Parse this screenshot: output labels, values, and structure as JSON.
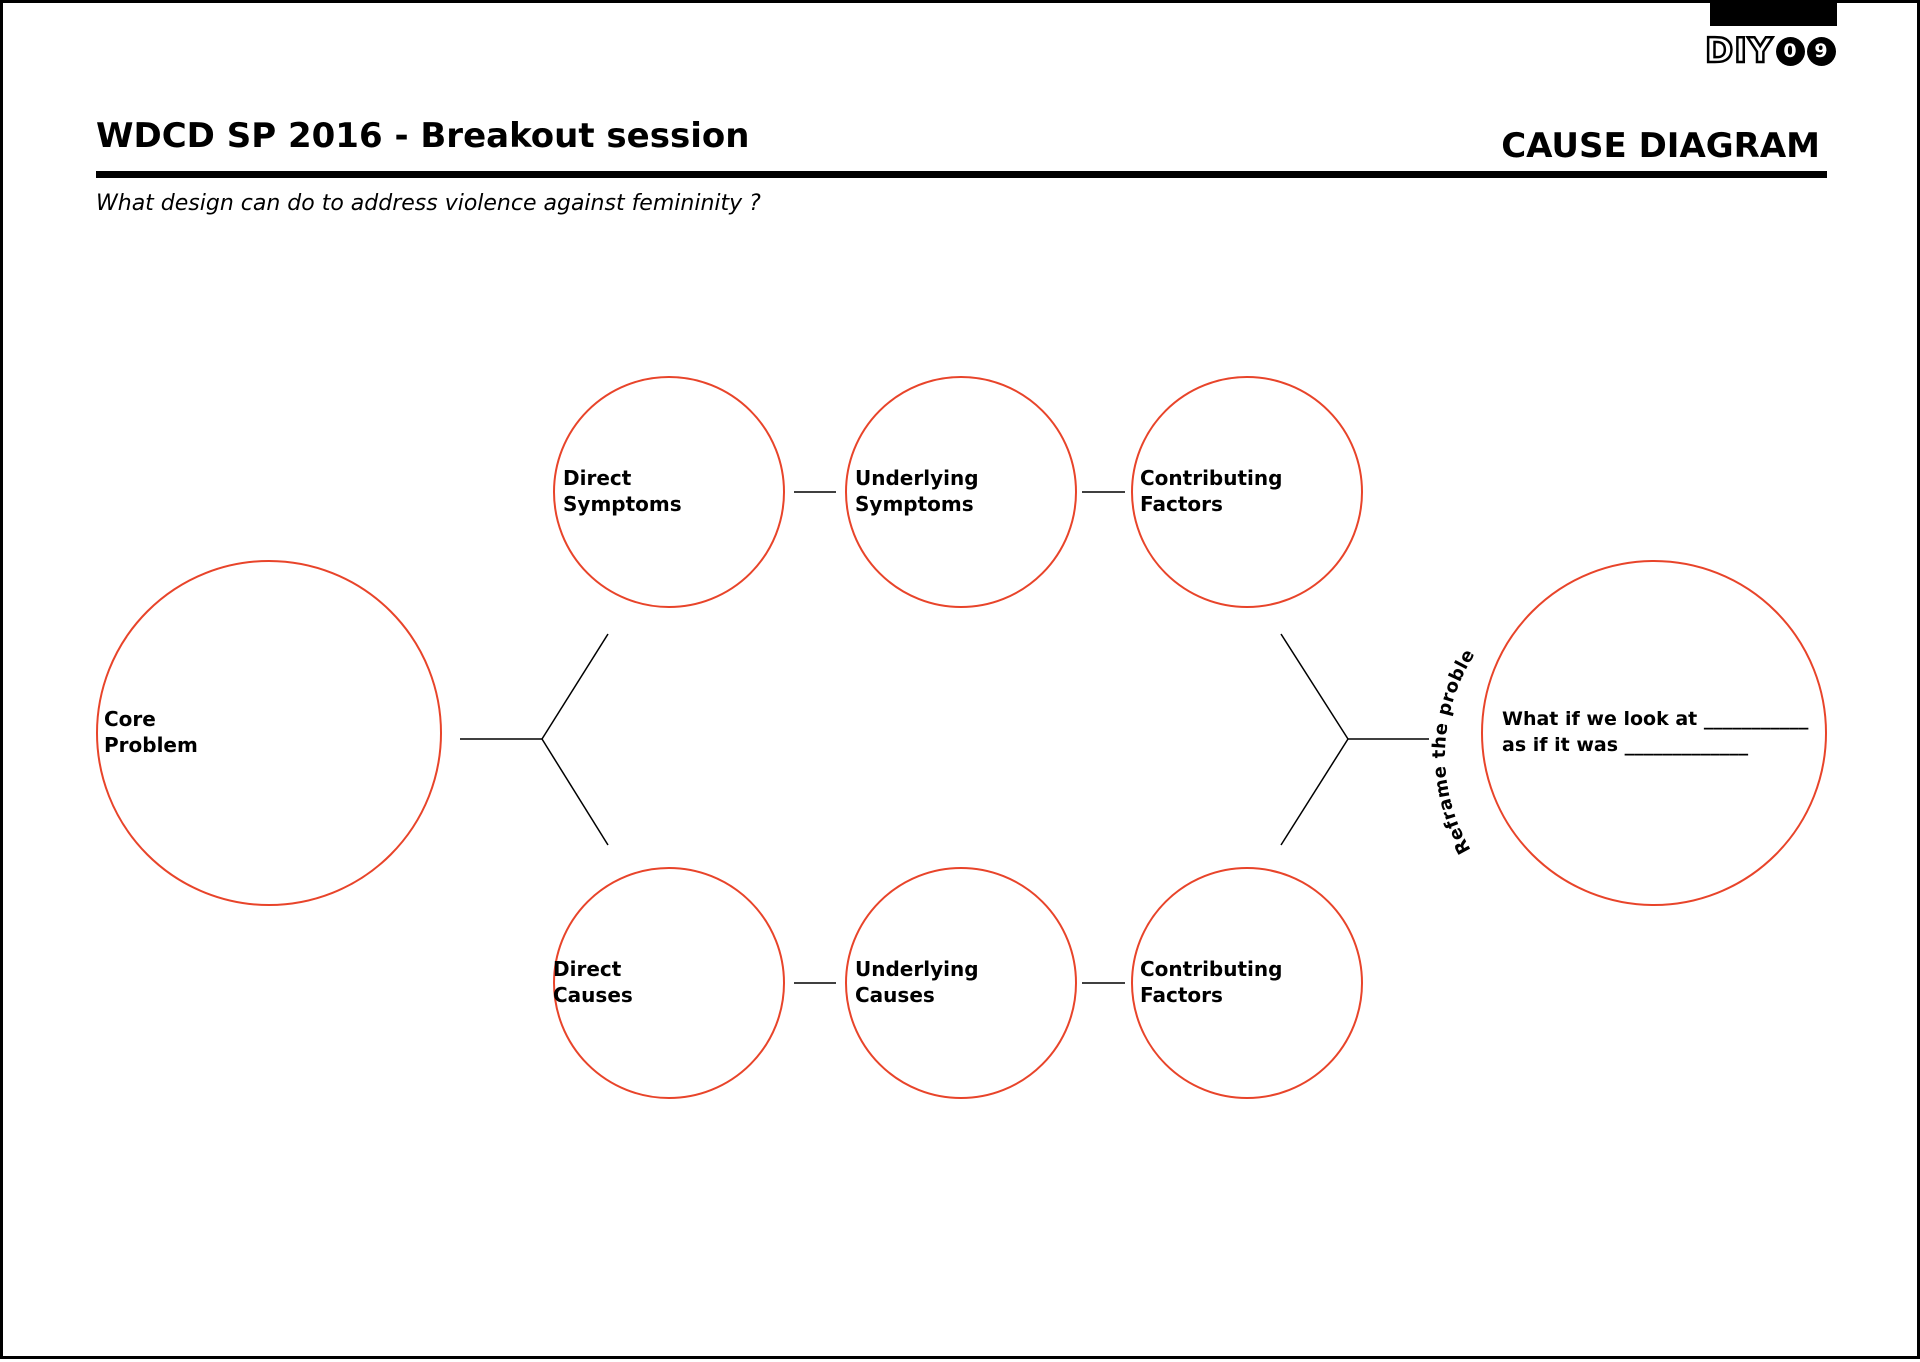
{
  "header": {
    "title": "WDCD SP 2016 - Breakout session",
    "heading": "CAUSE DIAGRAM",
    "subtitle": "What design can do to address violence against femininity ?",
    "logo": {
      "text": "DIY",
      "digits": [
        "0",
        "9"
      ]
    }
  },
  "diagram": {
    "core": {
      "line1": "Core",
      "line2": "Problem"
    },
    "symptoms": [
      {
        "line1": "Direct",
        "line2": "Symptoms"
      },
      {
        "line1": "Underlying",
        "line2": "Symptoms"
      },
      {
        "line1": "Contributing",
        "line2": "Factors"
      }
    ],
    "causes": [
      {
        "line1": "Direct",
        "line2": "Causes"
      },
      {
        "line1": "Underlying",
        "line2": "Causes"
      },
      {
        "line1": "Contributing",
        "line2": "Factors"
      }
    ],
    "reframe": {
      "arc_label": "Reframe the problem",
      "line1": "What if we look at ___________",
      "line2": "as if it was _____________"
    }
  },
  "colors": {
    "circle_stroke": "#e8442a",
    "line": "#000000"
  }
}
